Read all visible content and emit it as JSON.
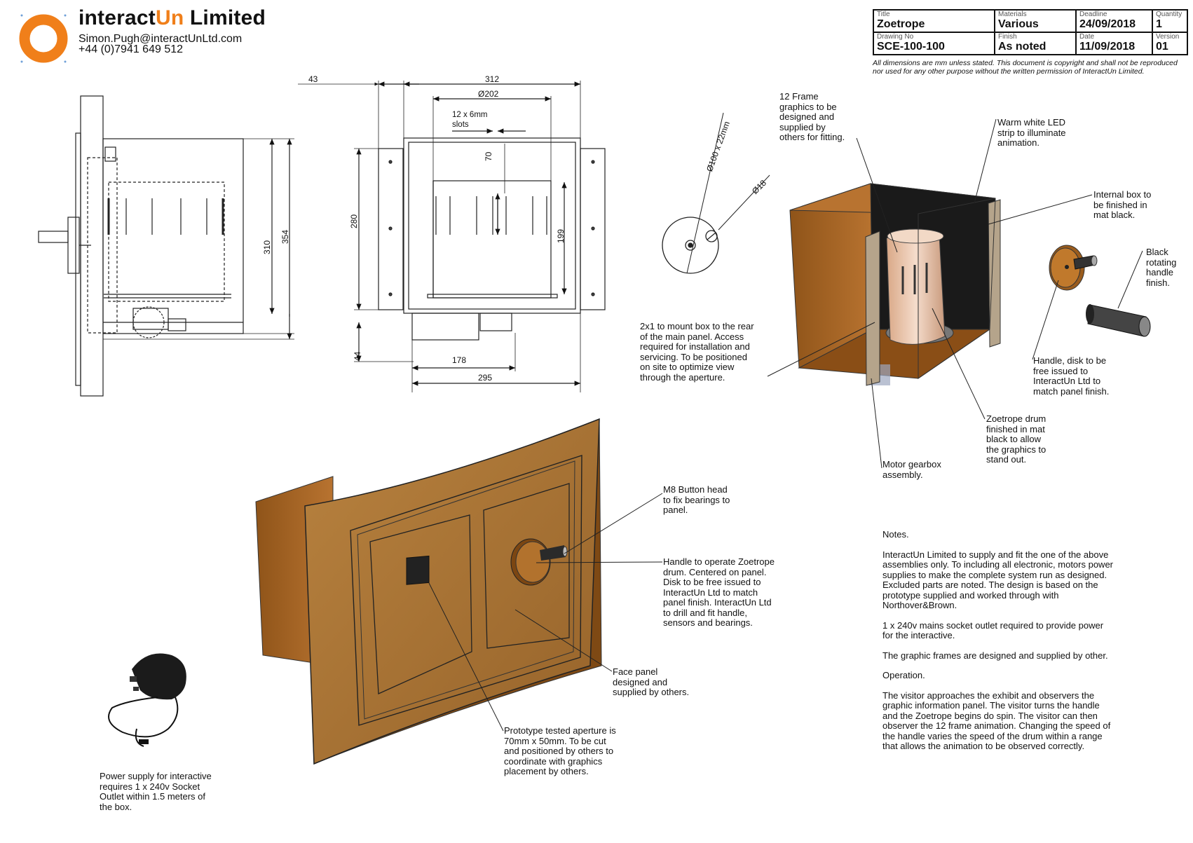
{
  "company": {
    "name_part1": "interact",
    "name_part2": "Un",
    "name_part3": " Limited",
    "email": "Simon.Pugh@interactUnLtd.com",
    "phone": "+44 (0)7941 649 512",
    "brand_color": "#f07f1a"
  },
  "title_block": {
    "title_label": "Title",
    "title_value": "Zoetrope",
    "materials_label": "Materials",
    "materials_value": "Various",
    "deadline_label": "Deadline",
    "deadline_value": "24/09/2018",
    "quantity_label": "Quantity",
    "quantity_value": "1",
    "drawing_label": "Drawing No",
    "drawing_value": "SCE-100-100",
    "finish_label": "Finish",
    "finish_value": "As noted",
    "date_label": "Date",
    "date_value": "11/09/2018",
    "version_label": "Version",
    "version_value": "01"
  },
  "copyright": "All dimensions are mm unless stated. This document is copyright and shall not be reproduced nor used for any other purpose without the written permission of InteractUn Limited.",
  "dimensions": {
    "d43": "43",
    "d312": "312",
    "d202": "Ø202",
    "slots": "12 x 6mm\nslots",
    "d70": "70",
    "d280": "280",
    "d199": "199",
    "d310": "310",
    "d354": "354",
    "d44": "44",
    "d178": "178",
    "d295": "295",
    "d_disk": "Ø100 x 22mm",
    "d_18": "Ø18"
  },
  "callouts": {
    "frame_graphics": "12 Frame\ngraphics to be\ndesigned and\nsupplied by\nothers for fitting.",
    "led": "Warm white LED\nstrip to illuminate\nanimation.",
    "internal_box": "Internal box to\nbe finished in\nmat black.",
    "black_handle": "Black\nrotating\nhandle\nfinish.",
    "mount": "2x1 to mount box to the rear\nof the main panel. Access\nrequired for installation and\nservicing. To be positioned\non site to optimize view\nthrough the aperture.",
    "handle_disk": "Handle, disk to be\nfree issued to\nInteractUn Ltd to\nmatch panel finish.",
    "drum": "Zoetrope drum\nfinished in mat\nblack to allow\nthe graphics to\nstand out.",
    "motor": "Motor gearbox\nassembly.",
    "m8": "M8 Button head\nto fix bearings to\npanel.",
    "handle_operate": "Handle to operate Zoetrope\ndrum. Centered on panel.\nDisk to be free issued to\nInteractUn Ltd to match\npanel finish. InteractUn Ltd\nto drill and fit handle,\nsensors and bearings.",
    "face_panel": "Face panel\ndesigned and\nsupplied by others.",
    "aperture": "Prototype tested aperture is\n70mm x 50mm. To be cut\nand positioned by others to\ncoordinate with graphics\nplacement by others.",
    "power": "Power supply for interactive\nrequires 1 x 240v Socket\nOutlet within 1.5 meters of\nthe box."
  },
  "notes": {
    "heading": "Notes.",
    "p1": "InteractUn Limited to supply and fit the one of the above assemblies only. To including all electronic, motors power supplies to make the complete system run as designed. Excluded parts are noted. The design is based on the prototype supplied and worked through with Northover&Brown.",
    "p2": "1 x 240v mains socket outlet required to provide power for the interactive.",
    "p3": "The graphic frames are designed and supplied by other.",
    "op_heading": "Operation.",
    "p4": "The visitor approaches the exhibit and observers the graphic information panel. The visitor turns the handle and the Zoetrope begins do spin. The visitor can then observer the 12 frame animation. Changing the speed of the handle varies the speed of the drum within a range that allows the animation to be observed correctly."
  }
}
